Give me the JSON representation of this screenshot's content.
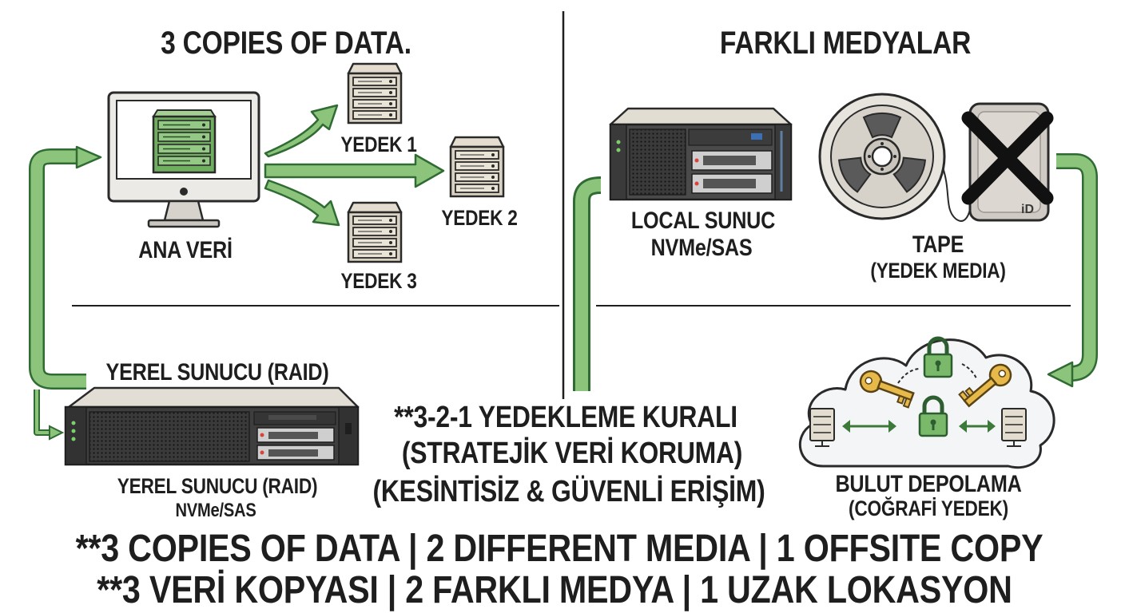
{
  "top_left": {
    "title": "3 COPIES OF DATA.",
    "main_label": "ANA VERİ",
    "backup_1": "YEDEK 1",
    "backup_2": "YEDEK 2",
    "backup_3": "YEDEK 3"
  },
  "top_right": {
    "title": "FARKLI MEDYALAR",
    "local_line1": "LOCAL SUNUC",
    "local_line2": "NVMe/SAS",
    "tape_line1": "TAPE",
    "tape_line2": "(YEDEK MEDIA)",
    "drive_logo": "iD"
  },
  "bottom_left": {
    "header": "YEREL SUNUCU (RAID)",
    "caption_line1": "YEREL SUNUCU (RAID)",
    "caption_line2": "NVMe/SAS"
  },
  "center": {
    "line1": "**3-2-1 YEDEKLEME KURALI",
    "line2": "(STRATEJİK VERİ KORUMA)",
    "line3": "(KESİNTİSİZ & GÜVENLİ ERİŞİM)"
  },
  "bottom_right": {
    "line1": "BULUT DEPOLAMA",
    "line2": "(COĞRAFİ YEDEK)"
  },
  "footer": {
    "line1": "**3 COPIES OF DATA | 2 DIFFERENT MEDIA | 1 OFFSITE COPY",
    "line2": "**3 VERİ KOPYASI | 2 FARKLI MEDYA | 1 UZAK LOKASYON"
  },
  "colors": {
    "arrow_green": "#7bb96a",
    "arrow_dark": "#2f6b33",
    "server_green": "#6fae5f",
    "ink": "#1e1e1e"
  }
}
